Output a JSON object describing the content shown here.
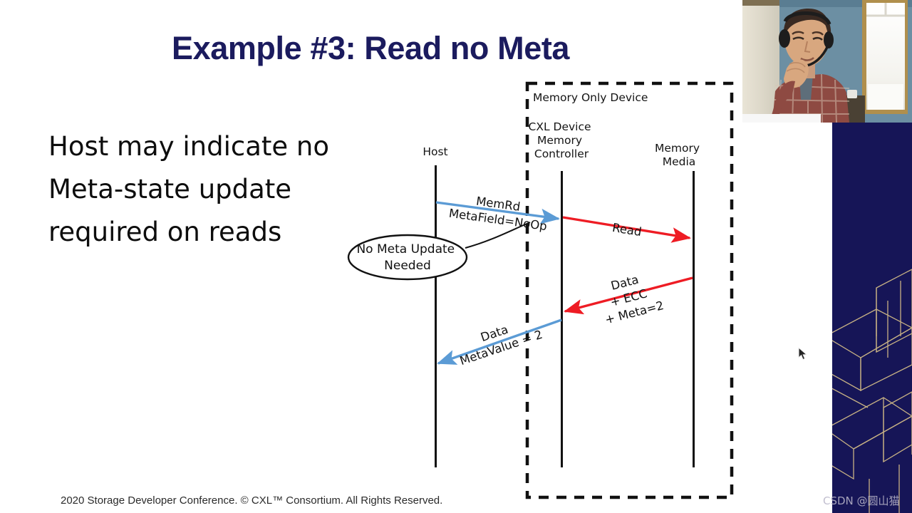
{
  "slide": {
    "title": "Example #3: Read no Meta",
    "body_lines": [
      "Host may indicate no",
      "Meta-state update",
      "required on reads"
    ],
    "footer": "2020 Storage Developer Conference. © CXL™ Consortium.  All Rights Reserved."
  },
  "diagram": {
    "device_box_label": "Memory Only Device",
    "lifelines": [
      {
        "name": "host",
        "label": "Host"
      },
      {
        "name": "cxl-device-memory-controller",
        "label": "CXL Device\nMemory\nController",
        "label_lines": [
          "CXL Device",
          "Memory",
          "Controller"
        ]
      },
      {
        "name": "memory-media",
        "label": "Memory\nMedia",
        "label_lines": [
          "Memory",
          "Media"
        ]
      }
    ],
    "callout": {
      "lines": [
        "No Meta Update",
        "Needed"
      ]
    },
    "messages": [
      {
        "name": "memrd-request",
        "color": "#5b9bd5",
        "lines": [
          "MemRd",
          "MetaField=NoOp"
        ],
        "from": "host",
        "to": "cxl-device-memory-controller"
      },
      {
        "name": "media-read",
        "color": "#ee1c24",
        "lines": [
          "Read"
        ],
        "from": "cxl-device-memory-controller",
        "to": "memory-media"
      },
      {
        "name": "media-data-response",
        "color": "#ee1c24",
        "lines": [
          "Data",
          "+ ECC",
          "+ Meta=2"
        ],
        "from": "memory-media",
        "to": "cxl-device-memory-controller"
      },
      {
        "name": "host-data-response",
        "color": "#5b9bd5",
        "lines": [
          "Data",
          "MetaValue = 2"
        ],
        "from": "cxl-device-memory-controller",
        "to": "host"
      }
    ]
  },
  "colors": {
    "title": "#1b1b5e",
    "blue_arrow": "#5b9bd5",
    "red_arrow": "#ee1c24",
    "navy_panel": "#161557",
    "wireframe": "#c8b284"
  },
  "watermark": "CSDN @圆山猫",
  "webcam": {
    "name": "presenter-webcam-feed",
    "description": "presenter-with-headset"
  }
}
